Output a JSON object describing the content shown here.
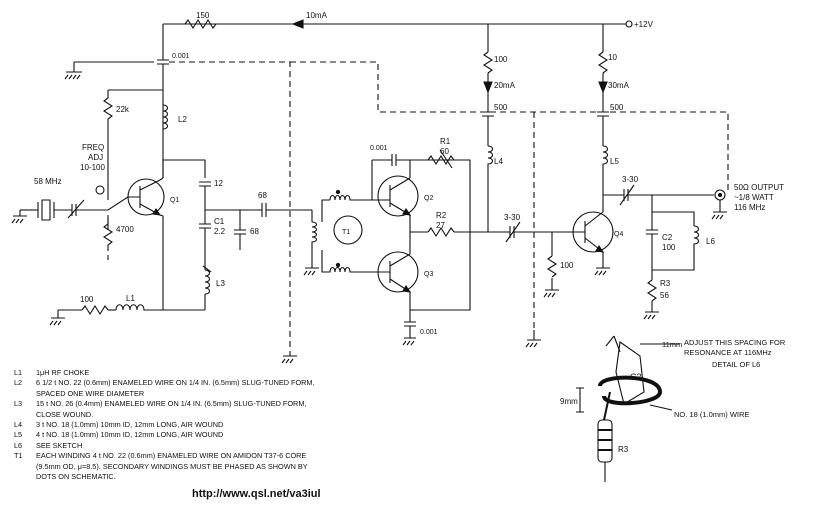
{
  "labels": {
    "r150": "150",
    "i10ma": "10mA",
    "plus12v": "+12V",
    "c0001a": "0.001",
    "r22k": "22k",
    "l2": "L2",
    "freq": "FREQ",
    "adj": "ADJ",
    "range": "10-100",
    "xtal": "58 MHz",
    "q1": "Q1",
    "r4700": "4700",
    "c12": "12",
    "c1": "C1",
    "c1v": "2.2",
    "c68a": "68",
    "c68b": "68",
    "l3": "L3",
    "r100a": "100",
    "l1": "L1",
    "r100b": "100",
    "i20ma": "20mA",
    "r10": "10",
    "i30ma": "30mA",
    "c500a": "500",
    "c500b": "500",
    "c0001b": "0.001",
    "r1": "R1",
    "r1v": "60",
    "q2": "Q2",
    "t1": "T1",
    "r2": "R2",
    "r2v": "27",
    "q3": "Q3",
    "c0001c": "0.001",
    "l4": "L4",
    "trim1": "3-30",
    "r100c": "100",
    "l5": "L5",
    "trim2": "3-30",
    "q4": "Q4",
    "c2": "C2",
    "c2v": "100",
    "l6": "L6",
    "r3": "R3",
    "r3v": "56",
    "out1": "50Ω OUTPUT",
    "out2": "~1/8 WATT",
    "out3": "116 MHz",
    "det_c2": "C2",
    "det_r3": "R3",
    "det_9mm": "9mm"
  },
  "notes": [
    {
      "key": "L1",
      "text": "1μH RF CHOKE"
    },
    {
      "key": "L2",
      "text": "6 1/2 t NO. 22 (0.6mm) ENAMELED WIRE ON 1/4 IN. (6.5mm) SLUG-TUNED FORM,\nSPACED ONE WIRE DIAMETER"
    },
    {
      "key": "L3",
      "text": "15 t NO. 26 (0.4mm) ENAMELED WIRE ON 1/4 IN. (6.5mm) SLUG-TUNED FORM,\nCLOSE WOUND."
    },
    {
      "key": "L4",
      "text": "3 t NO. 18 (1.0mm) 10mm ID, 12mm LONG, AIR WOUND"
    },
    {
      "key": "L5",
      "text": "4 t NO. 18 (1.0mm) 10mm ID, 12mm LONG, AIR WOUND"
    },
    {
      "key": "L6",
      "text": "SEE SKETCH"
    },
    {
      "key": "T1",
      "text": "EACH WINDING 4 t NO. 22 (0.6mm) ENAMELED WIRE ON AMIDON T37-6 CORE\n(9.5mm OD, μ=8.5). SECONDARY WINDINGS MUST BE PHASED AS SHOWN BY\nDOTS ON SCHEMATIC."
    }
  ],
  "detail": {
    "spacing": "11mm",
    "adjust": "ADJUST THIS SPACING FOR\nRESONANCE AT 116MHz",
    "caption": "DETAIL OF L6",
    "wire": "NO. 18 (1.0mm) WIRE"
  },
  "url": "http://www.qsl.net/va3iul"
}
